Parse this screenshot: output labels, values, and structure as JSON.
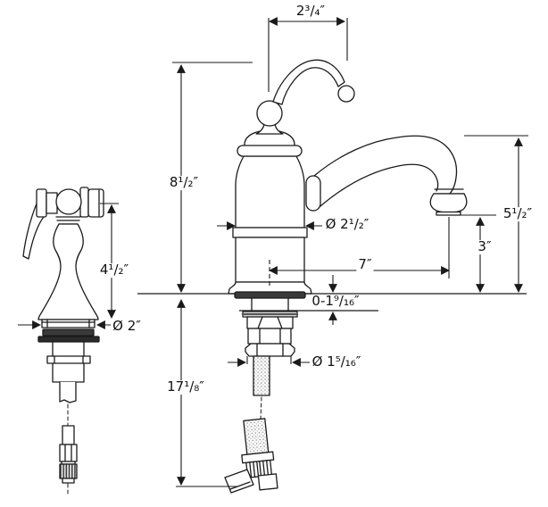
{
  "diagram": {
    "colors": {
      "line": "#1a1a1a",
      "background": "#ffffff",
      "gasket": "#3a3a3a"
    },
    "dimensions": {
      "handle_width": "2³/₄″",
      "height_to_handle_top": "8¹/₂″",
      "sprayer_height": "4¹/₂″",
      "sprayer_base_diameter": "Ø 2″",
      "body_diameter": "Ø 2¹/₂″",
      "spout_reach": "7″",
      "spout_clearance": "3″",
      "spout_height": "5¹/₂″",
      "deck_thickness_range": "0-1⁹/₁₆″",
      "shank_diameter": "Ø 1⁵/₁₆″",
      "supply_line_length": "17¹/₈″"
    }
  }
}
